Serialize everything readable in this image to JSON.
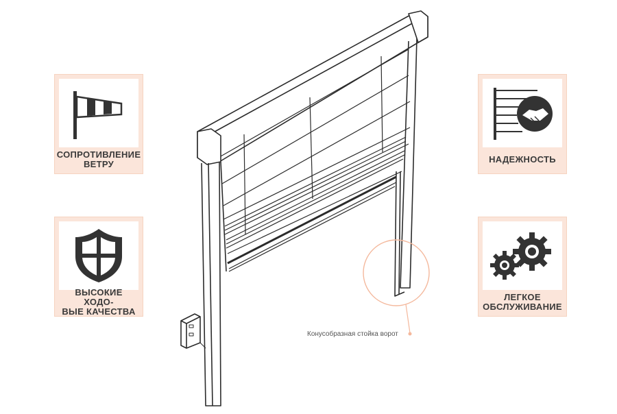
{
  "features": [
    {
      "label": "СОПРОТИВЛЕНИЕ\nВЕТРУ",
      "icon": "windsock-icon"
    },
    {
      "label": "ВЫСОКИЕ ХОДО-\nВЫЕ КАЧЕСТВА",
      "icon": "shield-icon"
    },
    {
      "label": "НАДЕЖНОСТЬ",
      "icon": "handshake-icon"
    },
    {
      "label": "ЛЕГКОЕ\nОБСЛУЖИВАНИЕ",
      "icon": "gears-icon"
    }
  ],
  "callout": {
    "text": "Конусобразная стойка ворот"
  },
  "colors": {
    "accent": "#f4b89c",
    "card_bg": "#fbe5da",
    "line": "#2b2b2b"
  }
}
